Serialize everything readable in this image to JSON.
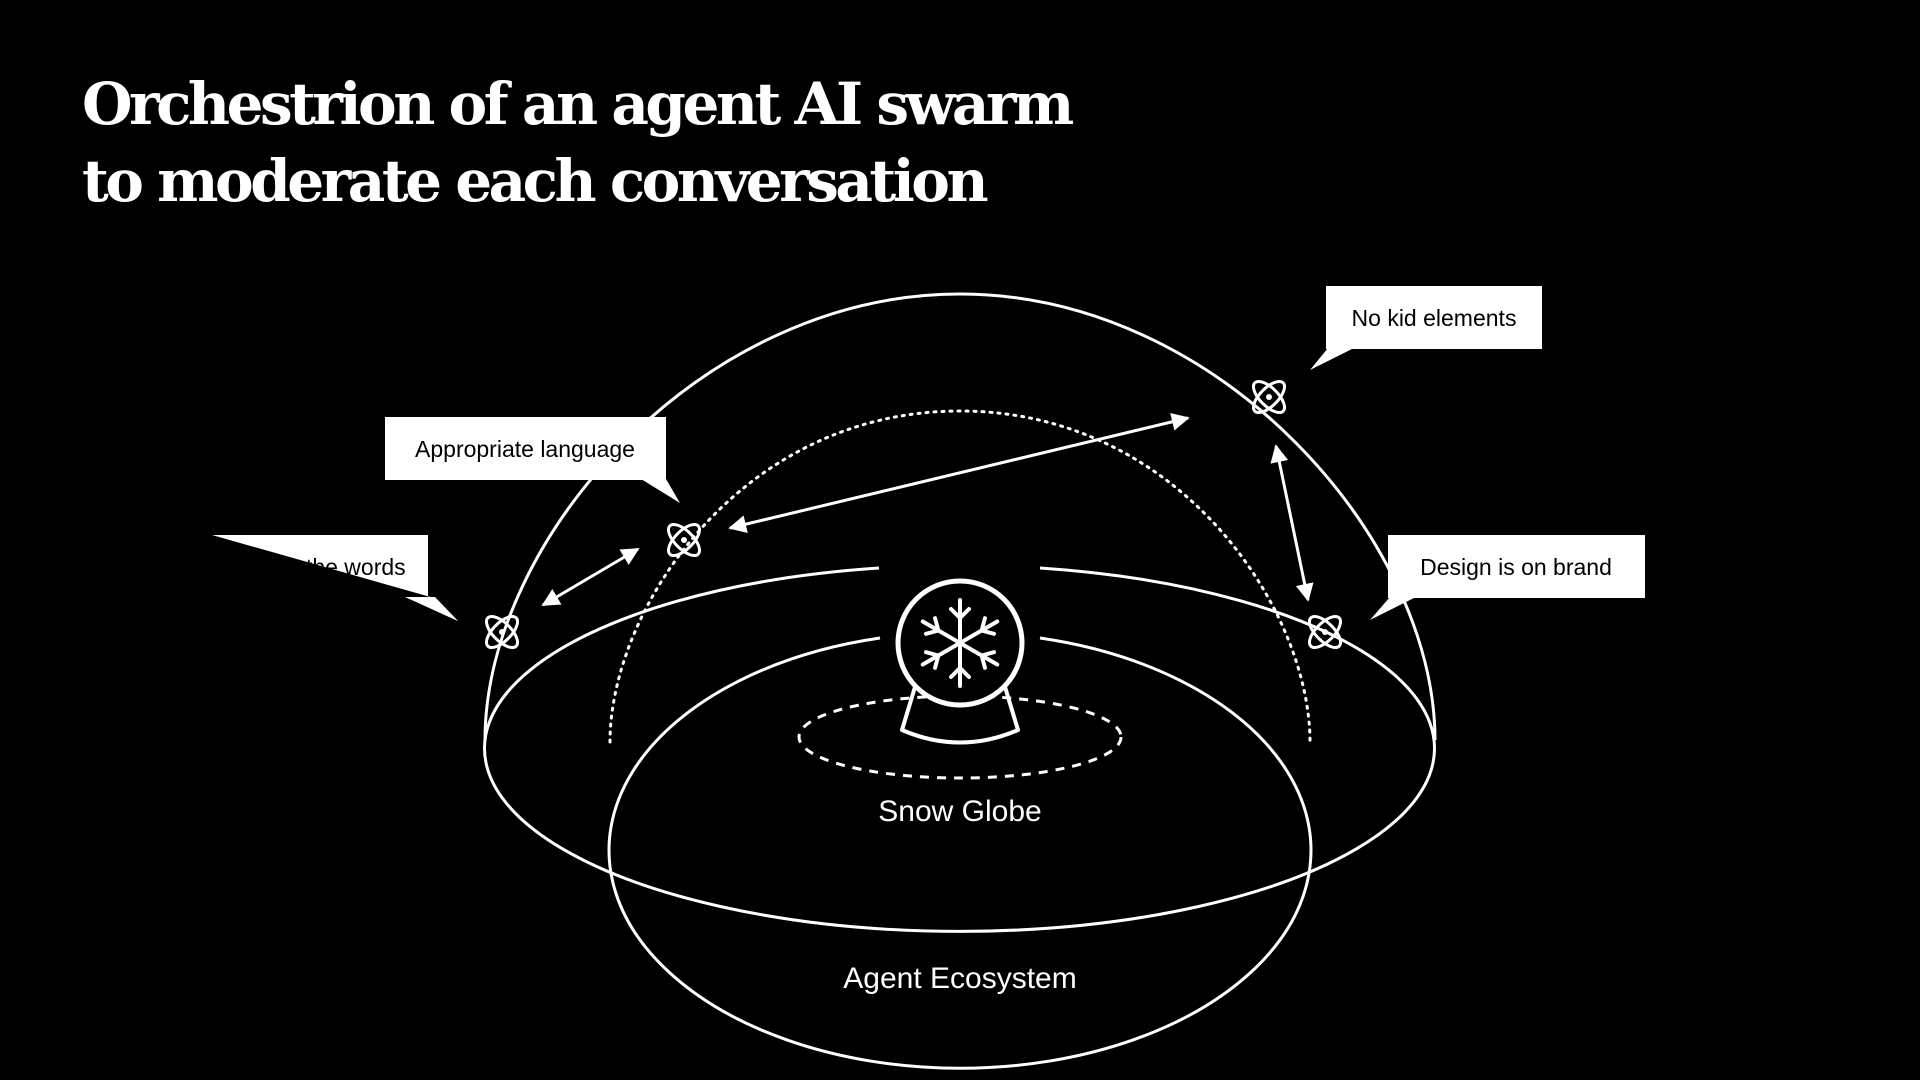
{
  "title": {
    "line1": "Orchestrion of an agent AI swarm",
    "line2": "to moderate each conversation"
  },
  "callouts": {
    "check_words": "Check the words",
    "appropriate_language": "Appropriate language",
    "no_kid_elements": "No kid elements",
    "design_on_brand": "Design is on brand"
  },
  "captions": {
    "snow_globe": "Snow Globe",
    "agent_ecosystem": "Agent Ecosystem"
  },
  "colors": {
    "background": "#000000",
    "foreground": "#ffffff",
    "callout_text": "#000000"
  },
  "icons": {
    "agent": "atom-icon",
    "center": "snow-globe-icon"
  }
}
